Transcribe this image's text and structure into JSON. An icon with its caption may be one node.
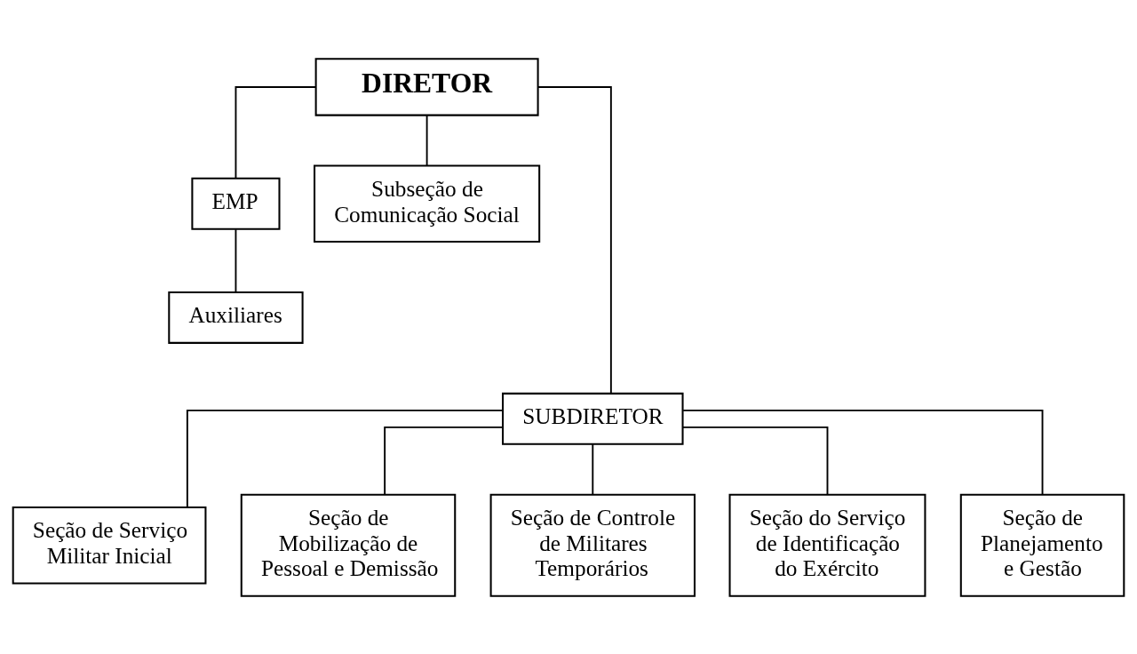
{
  "diagram": {
    "nodes": [
      {
        "text": [
          "DIRETOR"
        ]
      },
      {
        "text": [
          "EMP"
        ]
      },
      {
        "text": [
          "Subseção de Comunicação Social"
        ]
      },
      {
        "text": [
          "Auxiliares"
        ]
      },
      {
        "text": [
          "SUBDIRETOR"
        ]
      },
      {
        "text": [
          "Seção de Serviço Militar Inicial"
        ]
      },
      {
        "text": [
          "Seção de Mobilização de Pessoal e Demissão"
        ]
      },
      {
        "text": [
          "Seção de Controle de Militares Temporários"
        ]
      },
      {
        "text": [
          "Seção do Serviço de Identificação do Exército"
        ]
      },
      {
        "text": [
          "Seção de Planejamento e Gestão"
        ]
      }
    ],
    "edges": [
      {
        "from": 0,
        "to": 1,
        "arrow": "none"
      },
      {
        "from": 0,
        "to": 2,
        "arrow": "none"
      },
      {
        "from": 1,
        "to": 3,
        "arrow": "none"
      },
      {
        "from": 0,
        "to": 4,
        "arrow": "none"
      },
      {
        "from": 4,
        "to": 5,
        "arrow": "none"
      },
      {
        "from": 4,
        "to": 6,
        "arrow": "none"
      },
      {
        "from": 4,
        "to": 7,
        "arrow": "none"
      },
      {
        "from": 4,
        "to": 8,
        "arrow": "none"
      },
      {
        "from": 4,
        "to": 9,
        "arrow": "none"
      }
    ]
  }
}
